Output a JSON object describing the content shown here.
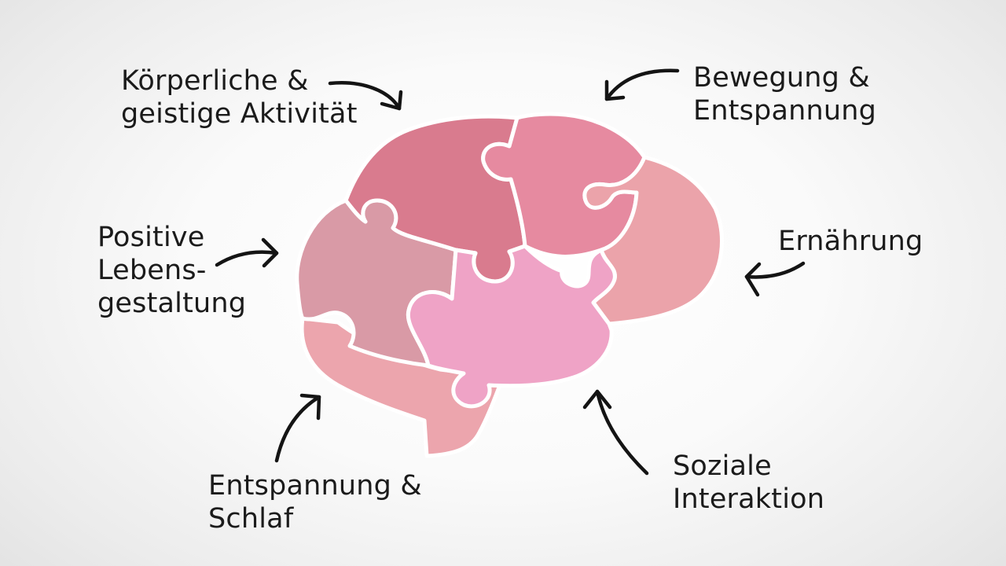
{
  "labels": {
    "top_left": [
      "Körperliche &",
      "geistige Aktivität"
    ],
    "top_right": [
      "Bewegung &",
      "Entspannung"
    ],
    "left": [
      "Positive",
      "Lebens-",
      "gestaltung"
    ],
    "right": [
      "Ernährung"
    ],
    "bottom_left": [
      "Entspannung &",
      "Schlaf"
    ],
    "bottom_right": [
      "Soziale",
      "Interaktion"
    ]
  },
  "colors": {
    "frontal": "#d97b8e",
    "parietal": "#e68aa0",
    "occipital": "#eba3aa",
    "left_lobe": "#d99aa6",
    "temporal": "#efa3c6",
    "brainstem": "#eca5ad",
    "outline": "#ffffff",
    "arrows": "#141414"
  }
}
